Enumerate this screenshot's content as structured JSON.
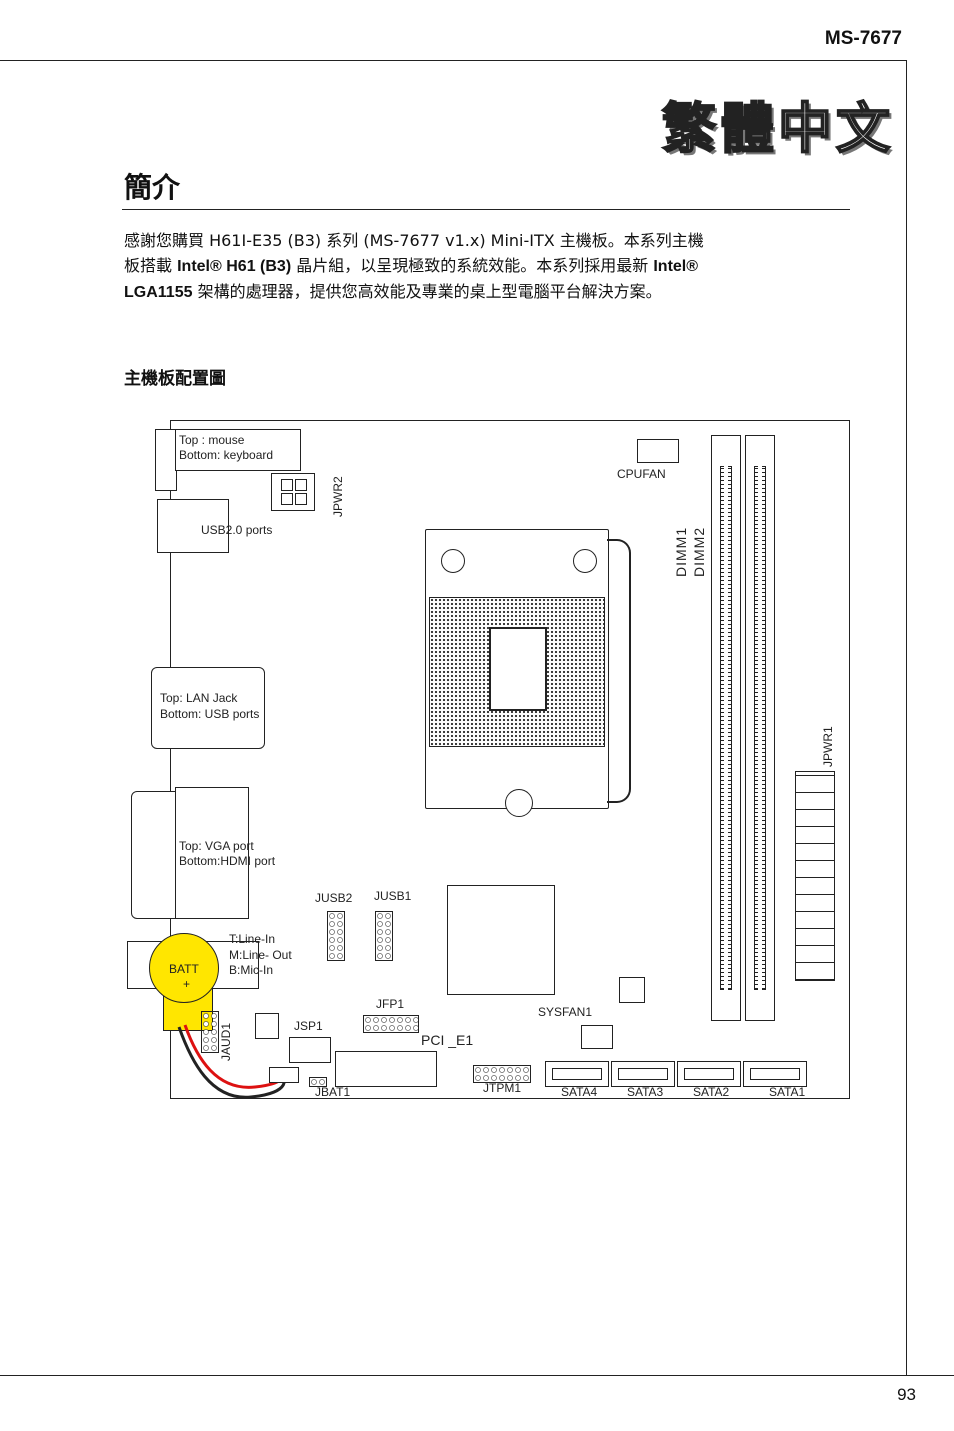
{
  "header": {
    "model": "MS-7677"
  },
  "lang_title": "繁體中文",
  "section": {
    "title": "簡介"
  },
  "intro": {
    "line1": "感謝您購買 H61I-E35 (B3) 系列 (MS-7677 v1.x) Mini-ITX 主機板。本系列主機",
    "line2_a": "板搭載",
    "line2_b": "Intel® H61 (B3)",
    "line2_c": "晶片組，以呈現極致的系統效能。本系列採用最新",
    "line2_d": "Intel®",
    "line3_a": "LGA1155",
    "line3_b": "架構的處理器，提供您高效能及專業的桌上型電腦平台解決方案。"
  },
  "layout_title": "主機板配置圖",
  "diagram": {
    "top_mouse": "Top : mouse",
    "bottom_keyboard": "Bottom: keyboard",
    "jpwr2": "JPWR2",
    "usb20": "USB2.0  ports",
    "cpufan": "CPUFAN",
    "dimm1": "DIMM1",
    "dimm2": "DIMM2",
    "lan_top": "Top: LAN Jack",
    "lan_bottom": "Bottom: USB ports",
    "jpwr1": "JPWR1",
    "vga_top": "Top: VGA port",
    "vga_bottom": "Bottom:HDMI port",
    "jusb2": "JUSB2",
    "jusb1": "JUSB1",
    "audio_t": "T:Line-In",
    "audio_m": "M:Line- Out",
    "audio_b": "B:Mic-In",
    "batt": "BATT",
    "batt_plus": "+",
    "jfp1": "JFP1",
    "sysfan1": "SYSFAN1",
    "jaud1": "JAUD1",
    "jsp1": "JSP1",
    "pci": "PCI _E1",
    "jtpm1": "JTPM1",
    "jbat1": "JBAT1",
    "sata4": "SATA4",
    "sata3": "SATA3",
    "sata2": "SATA2",
    "sata1": "SATA1"
  },
  "footer": {
    "page_number": "93"
  }
}
